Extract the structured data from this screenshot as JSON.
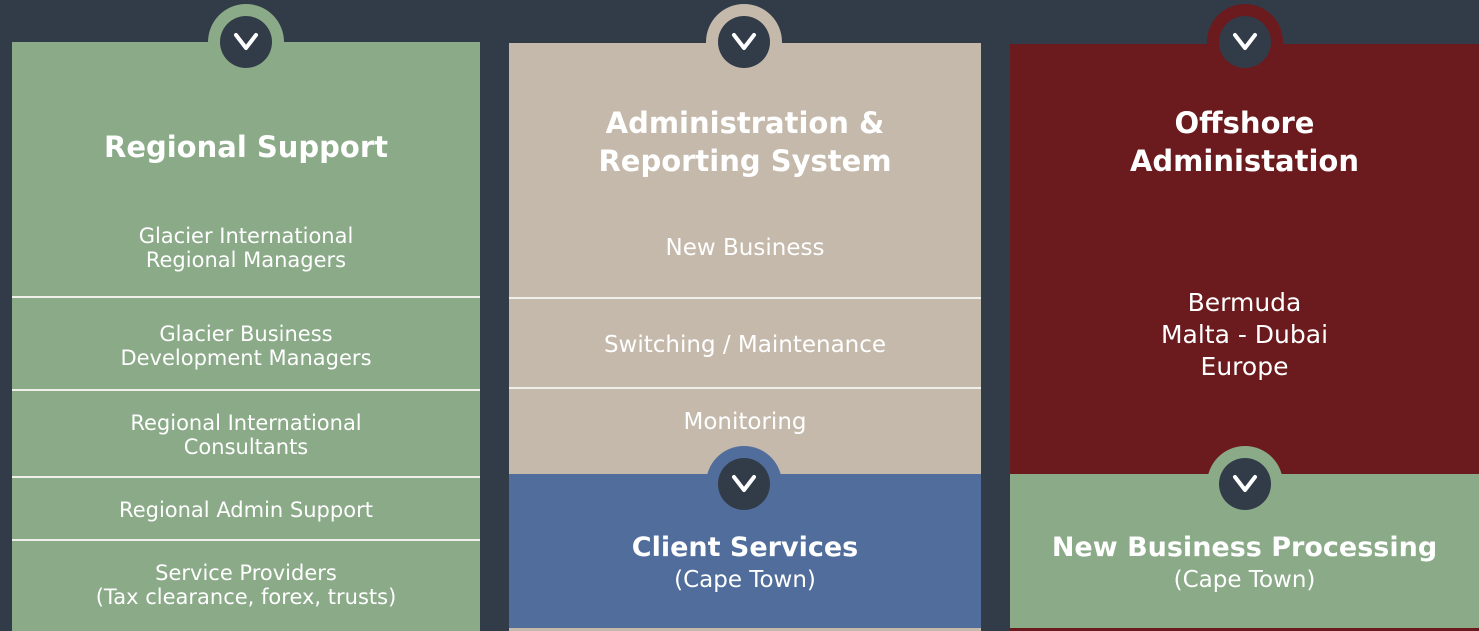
{
  "columns": {
    "regional": {
      "title": "Regional Support",
      "items": [
        {
          "line1": "Glacier International",
          "line2": "Regional Managers"
        },
        {
          "line1": "Glacier Business",
          "line2": "Development Managers"
        },
        {
          "line1": "Regional International",
          "line2": "Consultants"
        },
        {
          "line1": "Regional Admin Support",
          "line2": ""
        },
        {
          "line1": "Service Providers",
          "line2": "(Tax clearance, forex, trusts)"
        }
      ],
      "badge_icon": "chevron-down-icon"
    },
    "admin": {
      "title_line1": "Administration &",
      "title_line2": "Reporting System",
      "items": [
        "New Business",
        "Switching / Maintenance",
        "Monitoring"
      ],
      "badge_icon": "chevron-down-icon",
      "sub": {
        "title": "Client Services",
        "location": "(Cape Town)"
      }
    },
    "offshore": {
      "title_line1": "Offshore",
      "title_line2": "Administation",
      "locations": [
        "Bermuda",
        "Malta - Dubai",
        "Europe"
      ],
      "badge_icon": "chevron-down-icon",
      "sub": {
        "title": "New Business Processing",
        "location": "(Cape Town)"
      }
    }
  },
  "colors": {
    "background": "#323b48",
    "green": "#8aaa88",
    "beige": "#c4b9ab",
    "red": "#6b1a1d",
    "blue": "#506d9b"
  }
}
